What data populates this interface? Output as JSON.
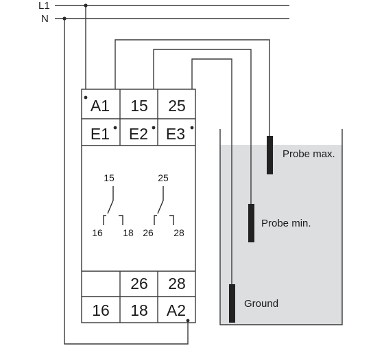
{
  "lines": {
    "l1": "L1",
    "n": "N"
  },
  "terminals": {
    "row1": [
      "A1",
      "15",
      "25"
    ],
    "row2": [
      "E1",
      "E2",
      "E3"
    ],
    "row3": [
      "",
      "26",
      "28"
    ],
    "row4": [
      "16",
      "18",
      "A2"
    ]
  },
  "contacts": {
    "c1": {
      "common": "15",
      "nc": "16",
      "no": "18"
    },
    "c2": {
      "common": "25",
      "nc": "26",
      "no": "28"
    }
  },
  "probes": {
    "max": "Probe max.",
    "min": "Probe min.",
    "ground": "Ground"
  },
  "colors": {
    "liquid": "#dcdee0",
    "probe": "#222222",
    "wire": "#3a3a3a"
  }
}
